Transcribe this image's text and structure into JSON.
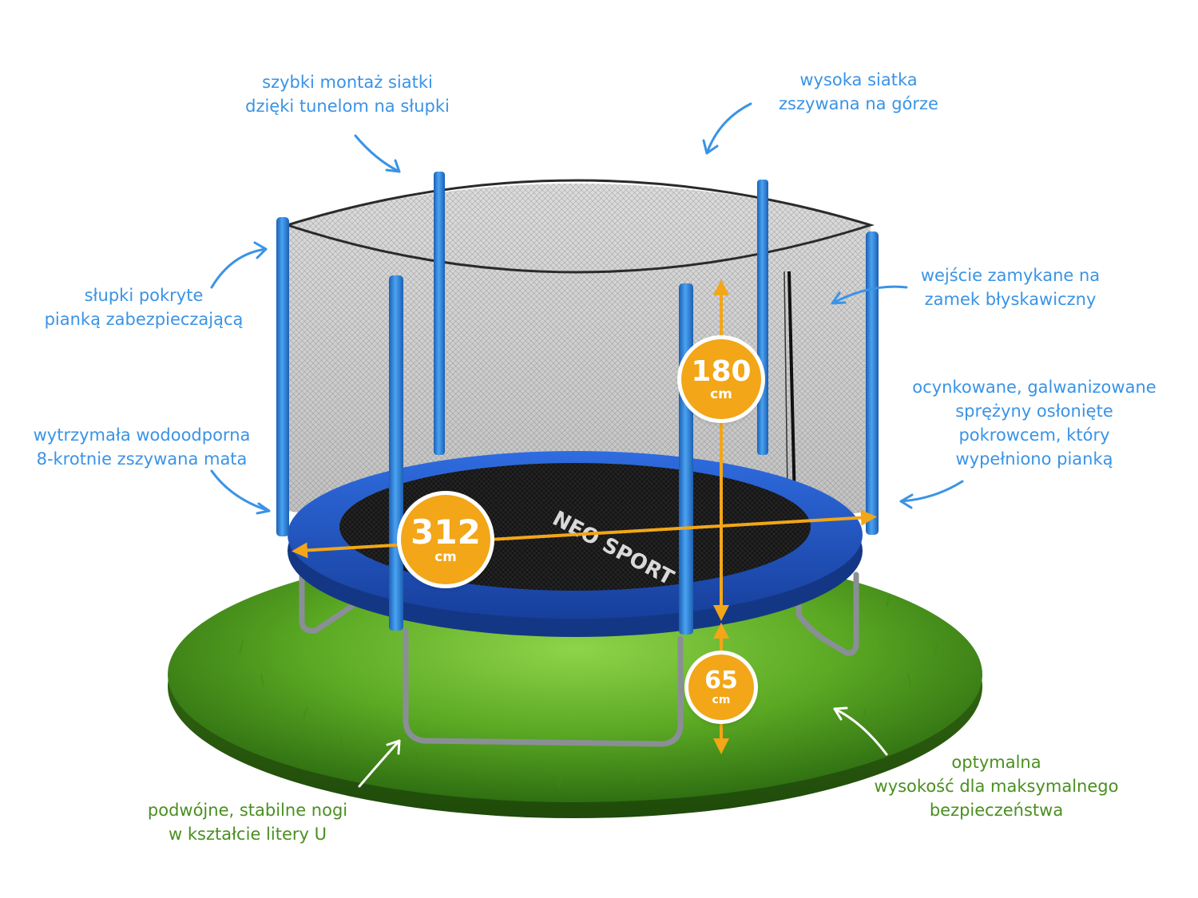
{
  "dimensions": {
    "diameter": {
      "value": "312",
      "unit": "cm"
    },
    "net_height": {
      "value": "180",
      "unit": "cm"
    },
    "frame_height": {
      "value": "65",
      "unit": "cm"
    }
  },
  "brand_logo": "NEO SPORT",
  "callouts": {
    "net_assembly": [
      "szybki montaż siatki",
      "dzięki tunelom na słupki"
    ],
    "high_net": [
      "wysoka siatka",
      "zszywana na górze"
    ],
    "poles": [
      "słupki pokryte",
      "pianką zabezpieczającą"
    ],
    "zipper_entry": [
      "wejście zamykane na",
      "zamek błyskawiczny"
    ],
    "mat": [
      "wytrzymała wodoodporna",
      "8-krotnie zszywana mata"
    ],
    "springs": [
      "ocynkowane, galwanizowane",
      "sprężyny osłonięte",
      "pokrowcem, który",
      "wypełniono pianką"
    ],
    "legs": [
      "podwójne, stabilne nogi",
      "w kształcie litery U"
    ],
    "safety_height": [
      "optymalna",
      "wysokość dla maksymalnego",
      "bezpieczeństwa"
    ]
  },
  "colors": {
    "callout_blue": "#3a93e6",
    "callout_green": "#4a8f1f",
    "badge_orange": "#f2a618",
    "pad_blue": "#1e4fb8",
    "pole_blue": "#2a7fd6",
    "grass_green": "#4f9a1c"
  },
  "icons": [
    "curved-arrow-icon",
    "double-arrow-icon"
  ]
}
